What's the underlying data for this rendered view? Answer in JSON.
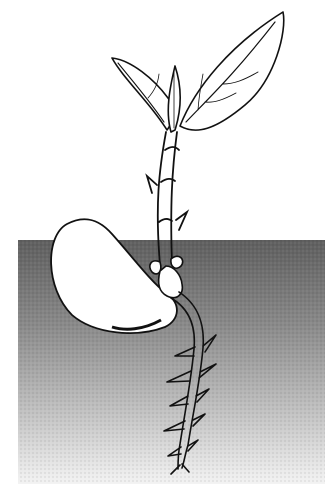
{
  "illustration": {
    "subject": "bean seedling",
    "parts": [
      "leaves",
      "stem",
      "seed",
      "root"
    ],
    "style": "black-and-white line drawing with stippled soil",
    "colors": {
      "background": "#ffffff",
      "soil_top": "#5f5f5f",
      "soil_bottom": "#f3f3f3",
      "line": "#111111",
      "fill": "#ffffff"
    }
  }
}
